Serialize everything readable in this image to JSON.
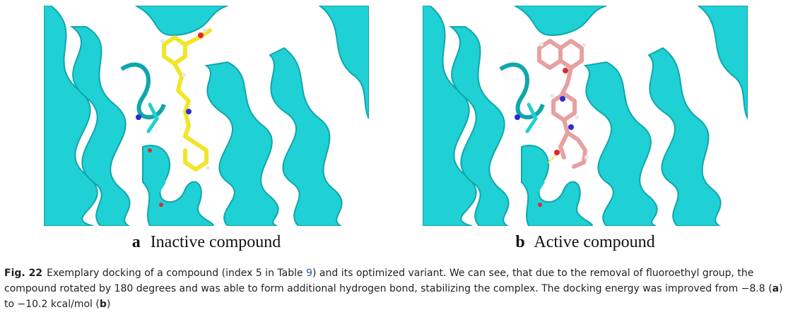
{
  "panels": [
    {
      "letter": "a",
      "label": "Inactive compound",
      "ligand_color": "#f2e52a"
    },
    {
      "letter": "b",
      "label": "Active compound",
      "ligand_color": "#e8a0a0"
    }
  ],
  "colors": {
    "protein_ribbon": "#1fd0d4",
    "protein_ribbon_dark": "#0fa7ab",
    "nitrogen": "#2a2ad8",
    "oxygen": "#e02a2a",
    "hydrogen": "#e8e8e8",
    "link": "#2a5db0"
  },
  "caption": {
    "fig_label": "Fig. 22",
    "part1": "Exemplary docking of a compound (index 5 in Table ",
    "table_ref": "9",
    "part2": ") and its optimized variant. We can see, that due to the removal of fluoroethyl group, the compound rotated by 180 degrees and was able to form additional hydrogen bond, stabilizing the complex. The docking energy was improved from −8.8 (",
    "ref_a": "a",
    "part3": ") to −10.2 kcal/mol (",
    "ref_b": "b",
    "part4": ")"
  }
}
